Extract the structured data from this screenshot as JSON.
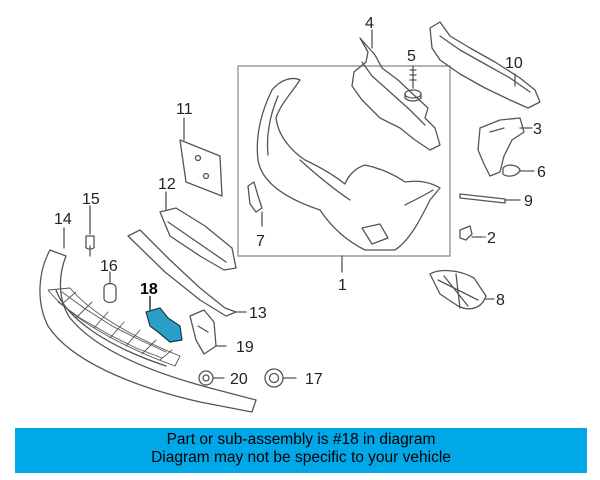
{
  "diagram": {
    "callouts": {
      "c1": "1",
      "c2": "2",
      "c3": "3",
      "c4": "4",
      "c5": "5",
      "c6": "6",
      "c7": "7",
      "c8": "8",
      "c9": "9",
      "c10": "10",
      "c11": "11",
      "c12": "12",
      "c13": "13",
      "c14": "14",
      "c15": "15",
      "c16": "16",
      "c17": "17",
      "c18": "18",
      "c19": "19",
      "c20": "20"
    },
    "highlighted_part": "18",
    "colors": {
      "line": "#555555",
      "highlight_part": "#2aa0c8",
      "banner_bg": "#00a8e8",
      "detail_box": "#9a9a9a"
    }
  },
  "banner": {
    "line1": "Part or sub-assembly is #18 in diagram",
    "line2": "Diagram may not be specific to your vehicle"
  }
}
